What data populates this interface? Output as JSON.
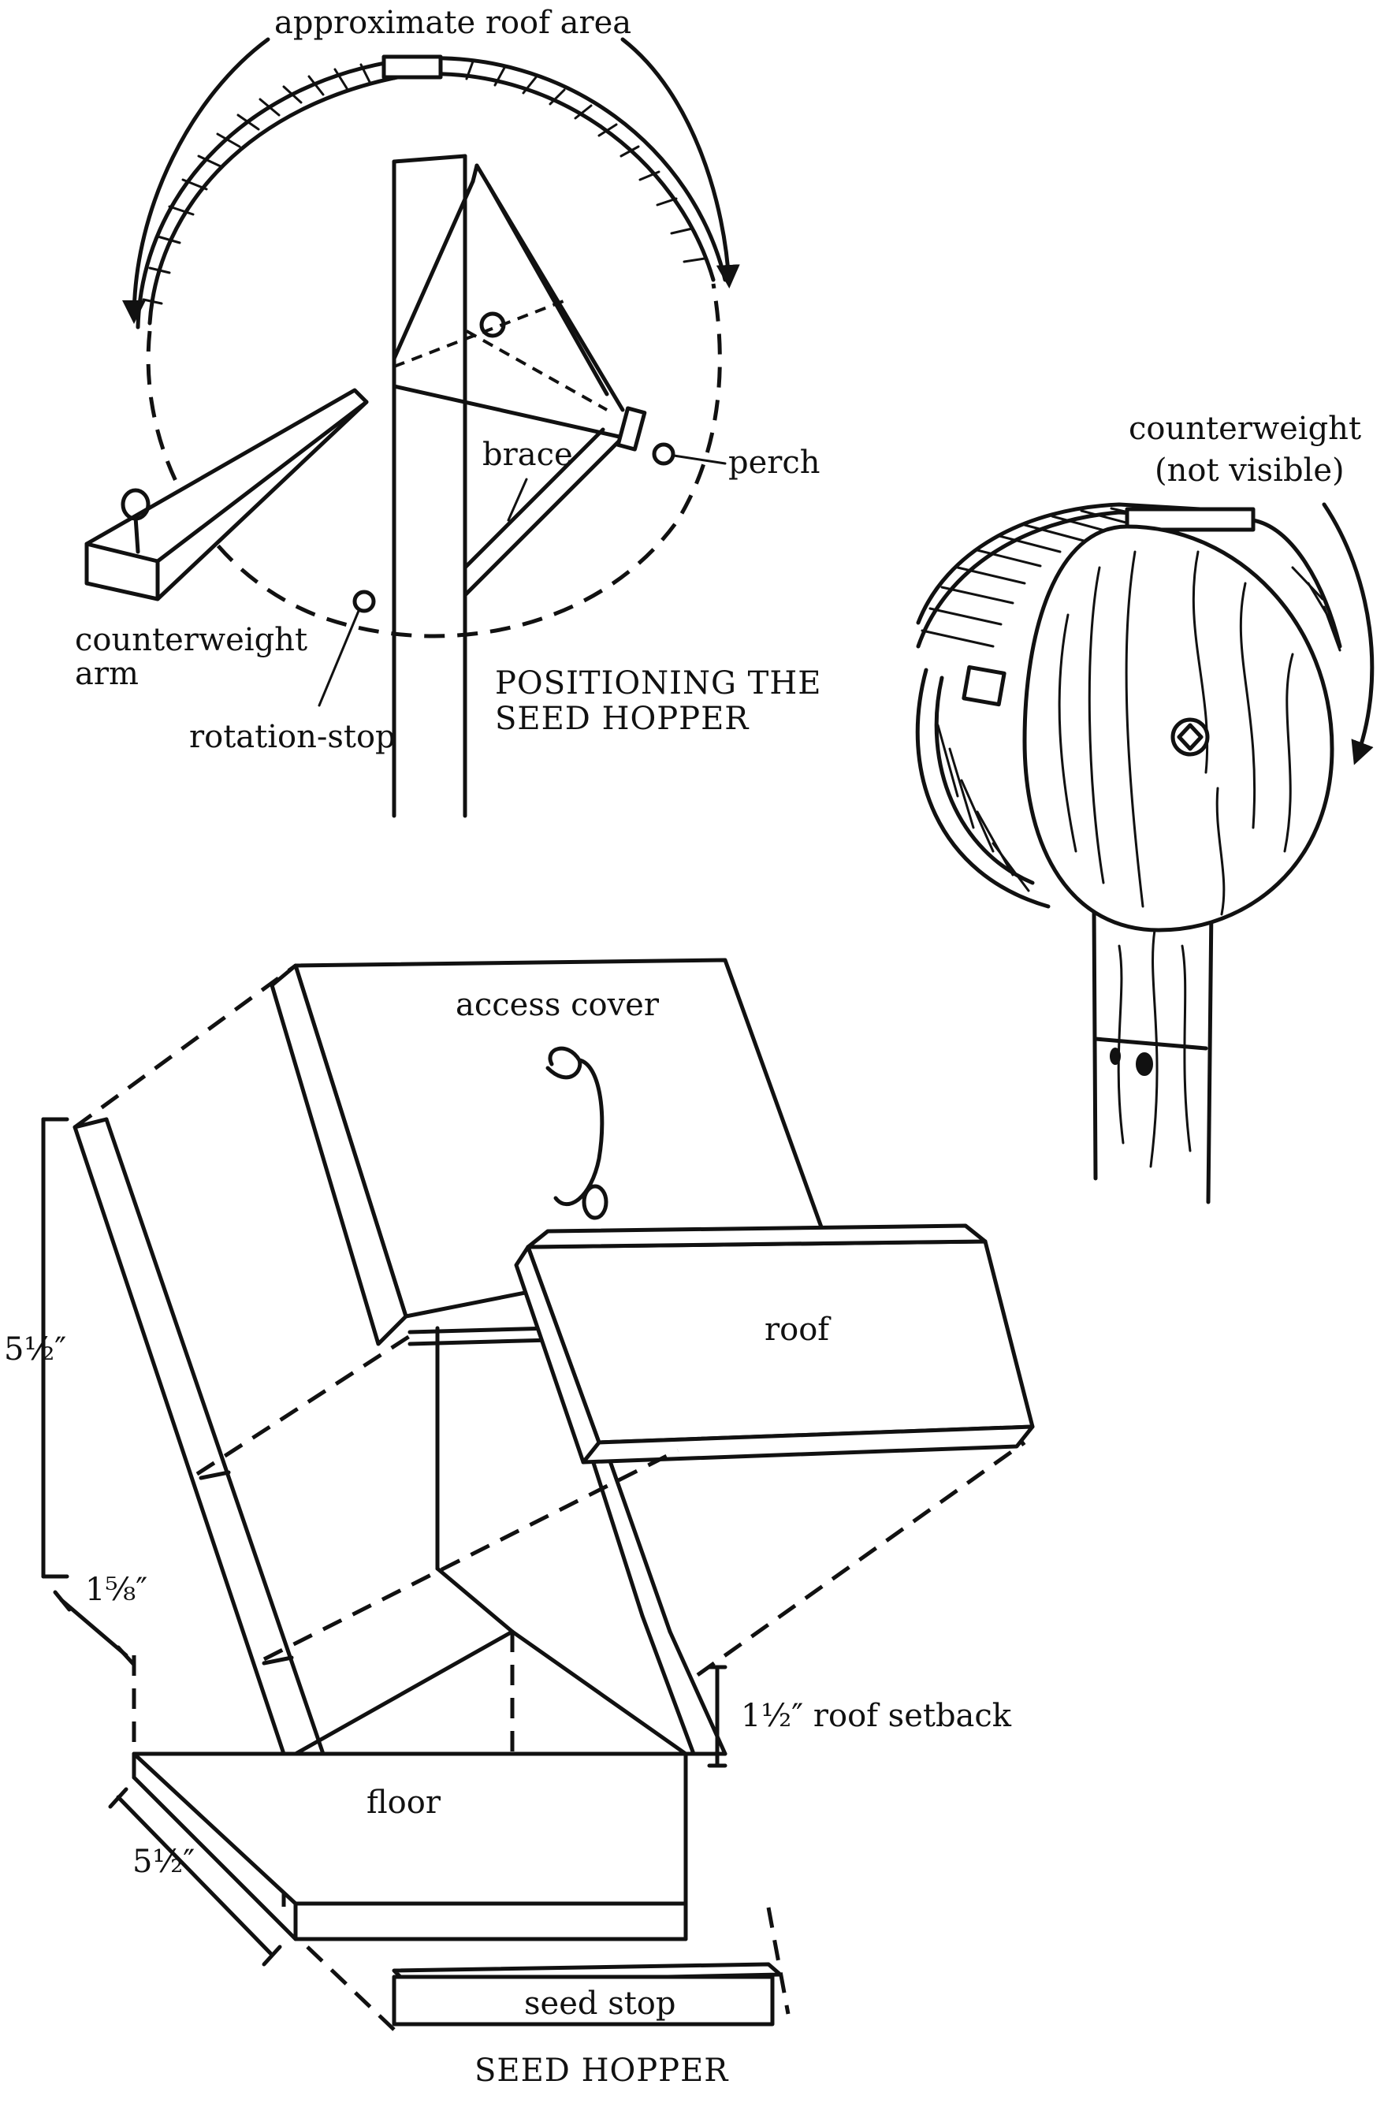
{
  "figure": {
    "positioning": {
      "title_line1": "POSITIONING THE",
      "title_line2": "SEED HOPPER",
      "labels": {
        "roof_area": "approximate roof area",
        "brace": "brace",
        "perch": "perch",
        "counterweight_arm_line1": "counterweight",
        "counterweight_arm_line2": "arm",
        "rotation_stop": "rotation-stop"
      }
    },
    "view": {
      "labels": {
        "counterweight_line1": "counterweight",
        "counterweight_line2": "(not visible)"
      }
    },
    "hopper": {
      "title": "SEED HOPPER",
      "labels": {
        "access_cover": "access cover",
        "roof": "roof",
        "floor": "floor",
        "seed_stop": "seed stop"
      },
      "dimensions": {
        "height": "5½″",
        "depth": "1⅝″",
        "roof_setback": "1½″ roof setback",
        "floor_width": "5½″"
      }
    }
  }
}
